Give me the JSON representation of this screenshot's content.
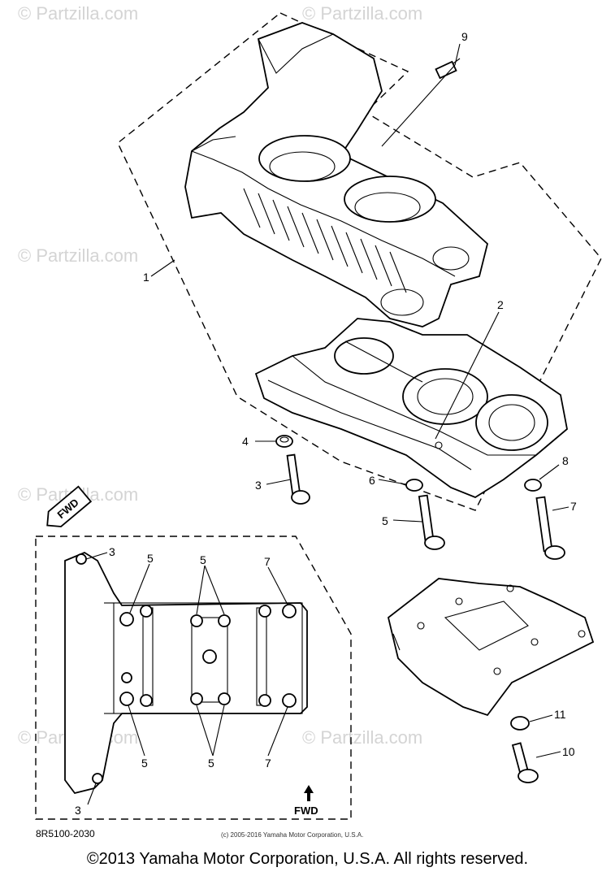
{
  "watermark": "© Partzilla.com",
  "callouts": {
    "c1": "1",
    "c2": "2",
    "c3": "3",
    "c4": "4",
    "c5": "5",
    "c6": "6",
    "c7": "7",
    "c8": "8",
    "c9": "9",
    "c10": "10",
    "c11": "11"
  },
  "inset_callouts": {
    "tl3": "3",
    "bl3": "3",
    "t5a": "5",
    "t5b": "5",
    "t7": "7",
    "b5a": "5",
    "b5b": "5",
    "b7": "7"
  },
  "fwd_label": "FWD",
  "fwd_label_inset": "FWD",
  "diagram_code": "8R5100-2030",
  "small_copyright": "(c) 2005-2016 Yamaha Motor Corporation, U.S.A.",
  "copyright": "©2013 Yamaha Motor Corporation, U.S.A. All rights reserved."
}
